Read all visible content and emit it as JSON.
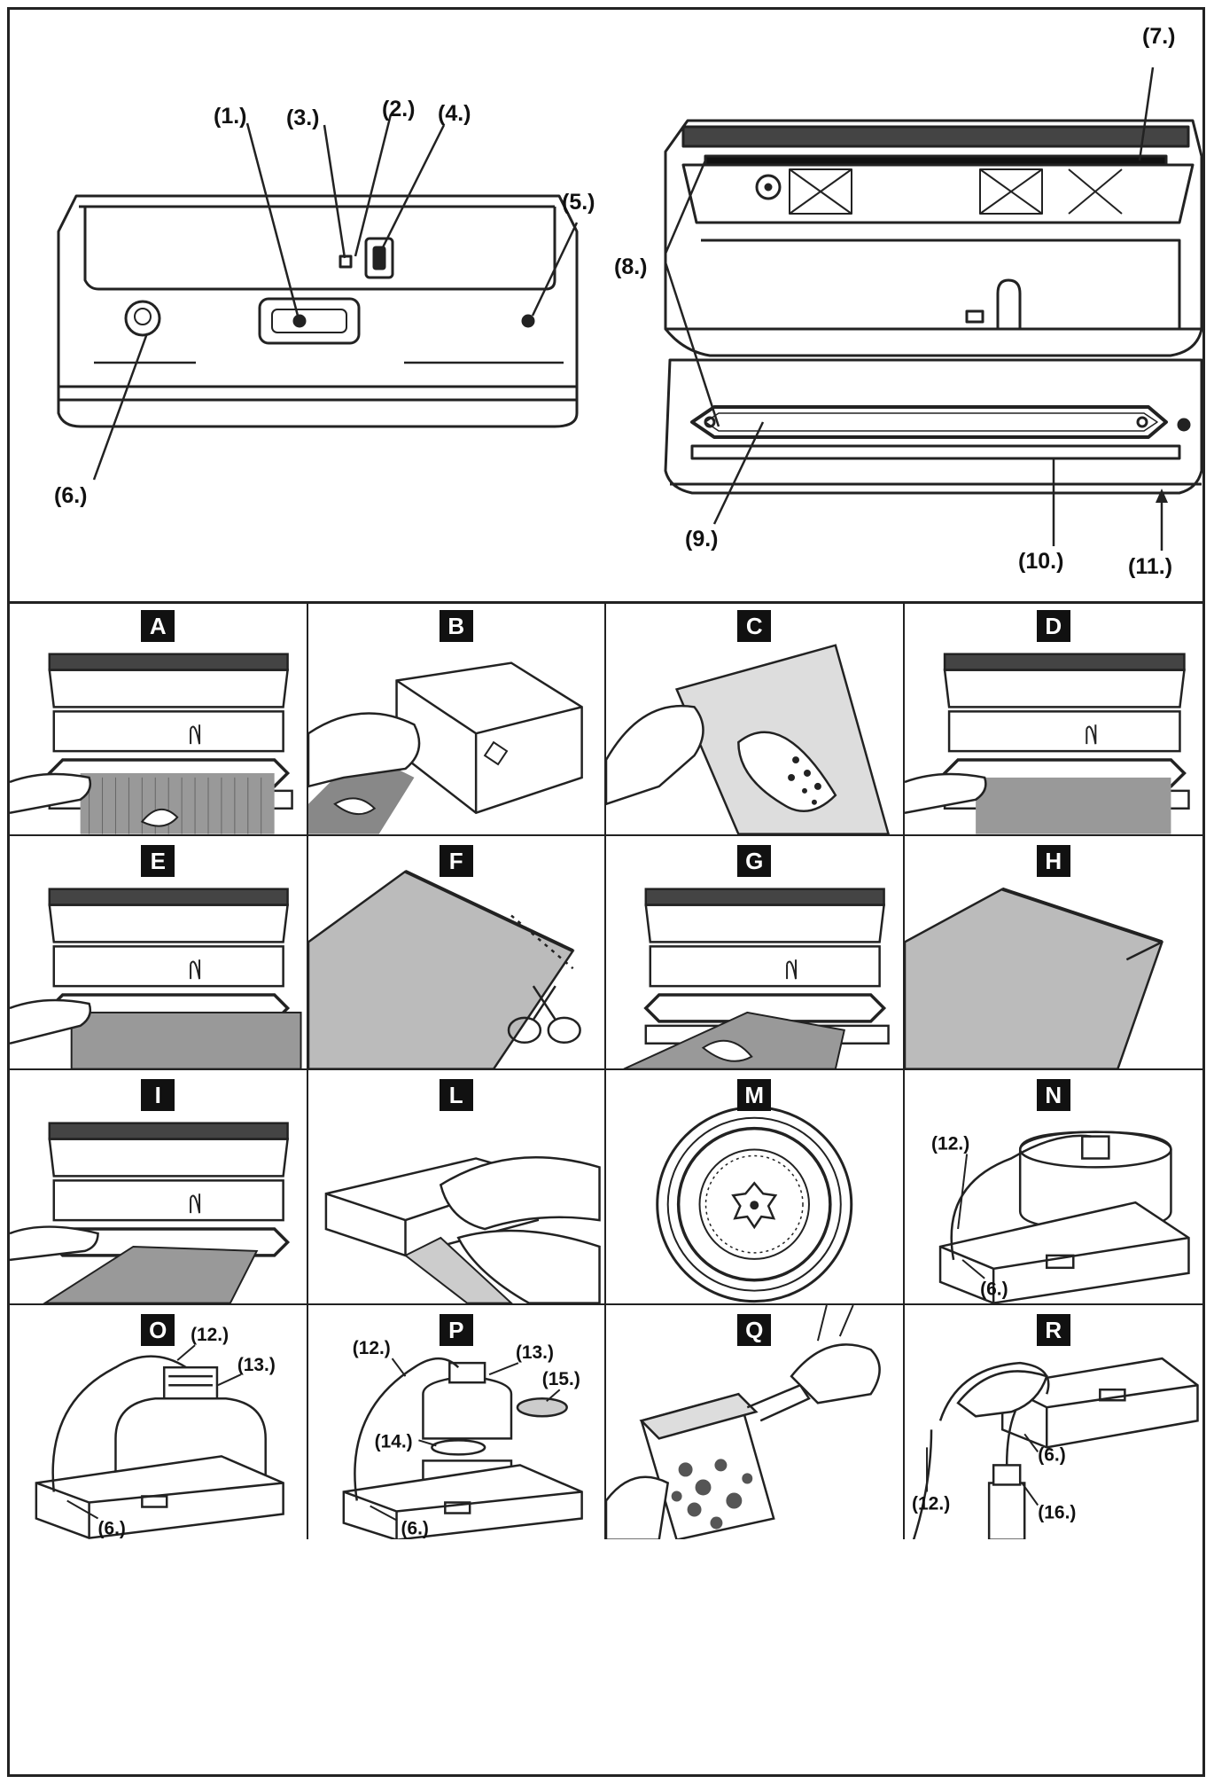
{
  "overview": {
    "callouts": {
      "c1": "(1.)",
      "c2": "(2.)",
      "c3": "(3.)",
      "c4": "(4.)",
      "c5": "(5.)",
      "c6": "(6.)",
      "c7": "(7.)",
      "c8": "(8.)",
      "c9": "(9.)",
      "c10": "(10.)",
      "c11": "(11.)"
    }
  },
  "steps": {
    "A": "A",
    "B": "B",
    "C": "C",
    "D": "D",
    "E": "E",
    "F": "F",
    "G": "G",
    "H": "H",
    "I": "I",
    "L": "L",
    "M": "M",
    "N": "N",
    "O": "O",
    "P": "P",
    "Q": "Q",
    "R": "R"
  },
  "panel_labels": {
    "n12": "(12.)",
    "n6": "(6.)",
    "o12": "(12.)",
    "o13": "(13.)",
    "o6": "(6.)",
    "p12": "(12.)",
    "p13": "(13.)",
    "p15": "(15.)",
    "p14": "(14.)",
    "p6": "(6.)",
    "r6": "(6.)",
    "r12": "(12.)",
    "r16": "(16.)"
  }
}
